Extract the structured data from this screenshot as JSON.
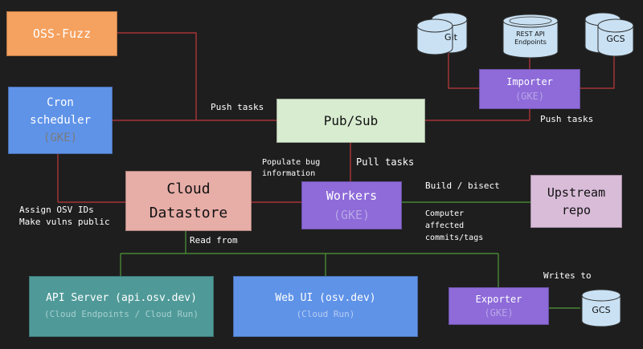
{
  "colors": {
    "background": "#1e1e1e",
    "red_wire": "#c0393b",
    "green_wire": "#4f9a3a",
    "orange": "#f5a15f",
    "blue": "#5f93e8",
    "green_box": "#d8ecd0",
    "pink": "#e7ada7",
    "purple": "#8e6bd9",
    "lavender": "#d9bcd8",
    "teal": "#4f9a99",
    "cylinder": "#c9e1f3"
  },
  "nodes": {
    "oss_fuzz": {
      "title": "OSS-Fuzz"
    },
    "cron": {
      "title_1": "Cron",
      "title_2": "scheduler",
      "sub": "(GKE)"
    },
    "pubsub": {
      "title": "Pub/Sub"
    },
    "importer": {
      "title": "Importer",
      "sub": "(GKE)"
    },
    "datastore": {
      "title_1": "Cloud",
      "title_2": "Datastore"
    },
    "workers": {
      "title": "Workers",
      "sub": "(GKE)"
    },
    "upstream": {
      "title_1": "Upstream",
      "title_2": "repo"
    },
    "api_server": {
      "title": "API Server (api.osv.dev)",
      "sub": "(Cloud Endpoints / Cloud Run)"
    },
    "web_ui": {
      "title": "Web UI (osv.dev)",
      "sub": "(Cloud Run)"
    },
    "exporter": {
      "title": "Exporter",
      "sub": "(GKE)"
    }
  },
  "stores": {
    "git": "Git",
    "rest_1": "REST API",
    "rest_2": "Endpoints",
    "gcs_top": "GCS",
    "gcs_bottom": "GCS"
  },
  "edge_labels": {
    "push_tasks_left": "Push tasks",
    "push_tasks_right": "Push tasks",
    "populate": "Populate bug\ninformation",
    "pull_tasks": "Pull tasks",
    "build_bisect": "Build / bisect",
    "assign": "Assign OSV IDs\nMake vulns public",
    "computer": "Computer\naffected\ncommits/tags",
    "read_from": "Read from",
    "writes_to": "Writes to"
  }
}
